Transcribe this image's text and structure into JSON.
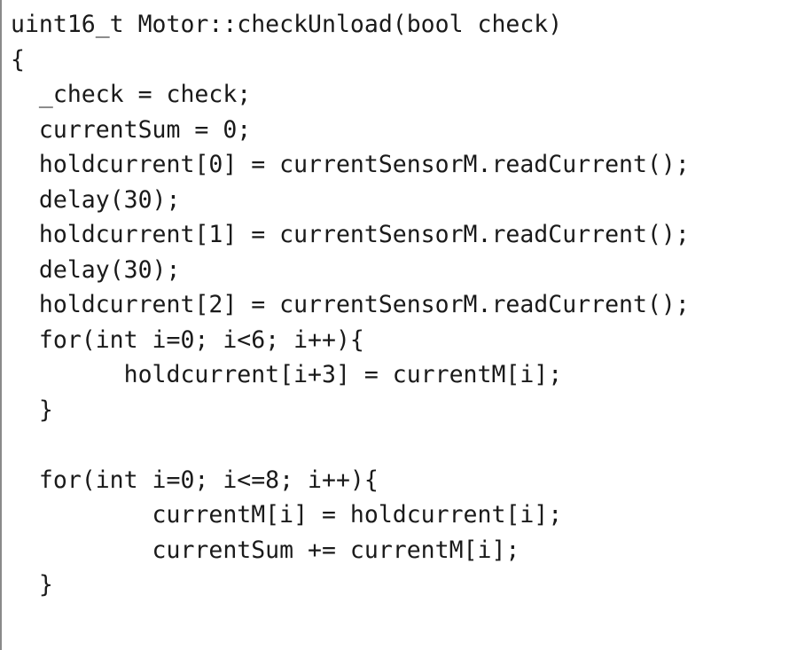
{
  "editor": {
    "lines": [
      "uint16_t Motor::checkUnload(bool check)",
      "{",
      "  _check = check;",
      "  currentSum = 0;",
      "  holdcurrent[0] = currentSensorM.readCurrent();",
      "  delay(30);",
      "  holdcurrent[1] = currentSensorM.readCurrent();",
      "  delay(30);",
      "  holdcurrent[2] = currentSensorM.readCurrent();",
      "  for(int i=0; i<6; i++){",
      "        holdcurrent[i+3] = currentM[i];",
      "  }",
      "",
      "  for(int i=0; i<=8; i++){",
      "          currentM[i] = holdcurrent[i];",
      "          currentSum += currentM[i];",
      "  }",
      ""
    ]
  }
}
